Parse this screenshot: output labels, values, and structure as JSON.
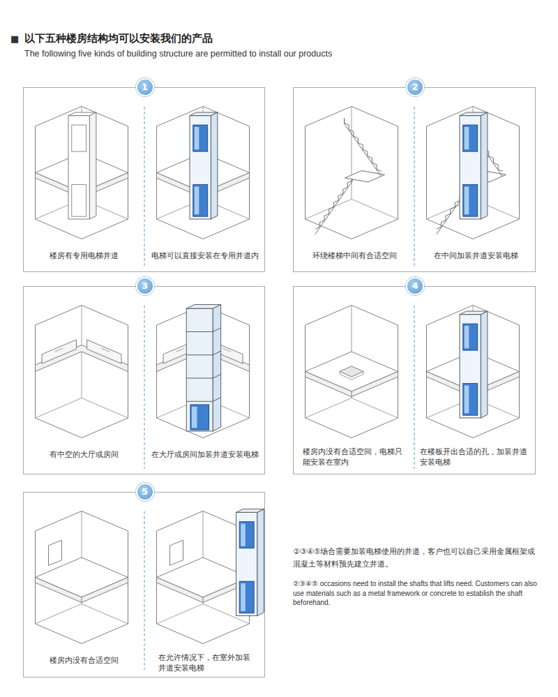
{
  "diagram": {
    "title": "以下五种楼房结构均可以安装我们的产品",
    "nodes": [
      {
        "text": [
          "楼房有专用电梯井道",
          "电梯可以直接安装在专用井道内"
        ]
      },
      {
        "text": [
          "1"
        ],
        "in": 0
      },
      {
        "text": [
          "环绕楼梯中间有合适空间",
          "在中间加装井道安装电梯"
        ]
      },
      {
        "text": [
          "2"
        ],
        "in": 2
      },
      {
        "text": [
          "有中空的大厅或房间",
          "在大厅或房间加装井道安装电梯"
        ]
      },
      {
        "text": [
          "3"
        ],
        "in": 4
      },
      {
        "text": [
          "楼房内没有合适空间，电梯只能安装在室内",
          "在楼板开出合适的孔，加装井道安装电梯"
        ]
      },
      {
        "text": [
          "4"
        ],
        "in": 6
      },
      {
        "text": [
          "楼房内没有合适空间",
          "在允许情况下，在室外加装井道安装电梯"
        ]
      },
      {
        "text": [
          "5"
        ],
        "in": 8
      }
    ],
    "labels": [
      "■",
      "The following five kinds of building structure are permitted to install our products",
      "②③④⑤场合需要加装电梯使用的井道，客户也可以自己采用金属框架或混凝土等材料预先建立井道。",
      "②③④⑤ occasions need to install the shafts that lifts need. Customers can also use materials such as a metal framework or concrete to establish the shaft beforehand."
    ]
  }
}
